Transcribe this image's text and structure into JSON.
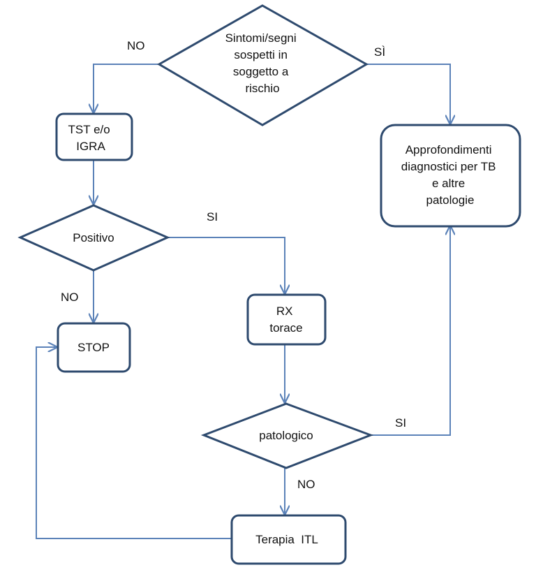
{
  "nodes": {
    "diamond_symptoms": {
      "lines": [
        "Sintomi/segni",
        "sospetti in",
        "soggetto a",
        "rischio"
      ]
    },
    "box_tst": {
      "lines": [
        "TST e/o",
        "IGRA"
      ]
    },
    "box_approfondimenti": {
      "lines": [
        "Approfondimenti",
        "diagnostici per TB",
        "e altre",
        "patologie"
      ]
    },
    "diamond_positivo": {
      "lines": [
        "Positivo"
      ]
    },
    "box_rx": {
      "lines": [
        "RX",
        "torace"
      ]
    },
    "box_stop": {
      "lines": [
        "STOP"
      ]
    },
    "diamond_patologico": {
      "lines": [
        "patologico"
      ]
    },
    "box_terapia": {
      "lines": [
        "Terapia  ITL"
      ]
    }
  },
  "edges": {
    "symptoms_no": "NO",
    "symptoms_yes": "SÌ",
    "positivo_yes": "SI",
    "positivo_no": "NO",
    "patologico_yes": "SI",
    "patologico_no": "NO"
  },
  "colors": {
    "shape_stroke": "#2e4a6e",
    "connector": "#5b82b8",
    "text": "#111111"
  }
}
